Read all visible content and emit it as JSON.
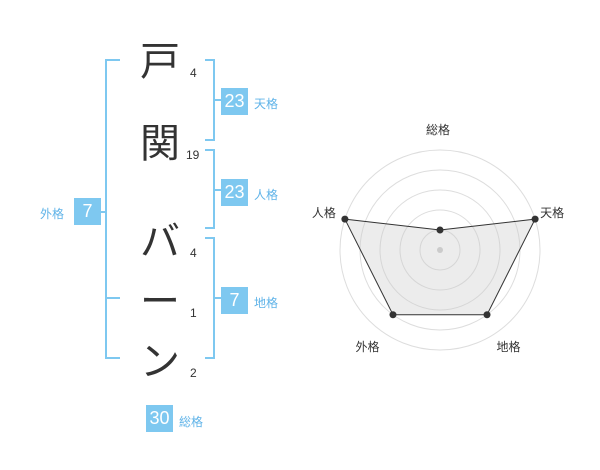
{
  "name": {
    "characters": [
      {
        "char": "戸",
        "strokes": "4"
      },
      {
        "char": "関",
        "strokes": "19"
      },
      {
        "char": "バ",
        "strokes": "4"
      },
      {
        "char": "ー",
        "strokes": "1"
      },
      {
        "char": "ン",
        "strokes": "2"
      }
    ]
  },
  "fortunes": {
    "tenkaku": {
      "value": "23",
      "label": "天格"
    },
    "jinkaku": {
      "value": "23",
      "label": "人格"
    },
    "chikaku": {
      "value": "7",
      "label": "地格"
    },
    "gaikaku": {
      "value": "7",
      "label": "外格"
    },
    "soukaku": {
      "value": "30",
      "label": "総格"
    }
  },
  "chart_data": {
    "type": "radar",
    "axes": [
      "総格",
      "天格",
      "地格",
      "外格",
      "人格"
    ],
    "values": [
      1,
      5,
      4,
      4,
      5
    ],
    "max": 5,
    "rings": 5
  },
  "colors": {
    "accent": "#7ec8f0",
    "bracket": "#7ec8f0",
    "text": "#333333"
  }
}
